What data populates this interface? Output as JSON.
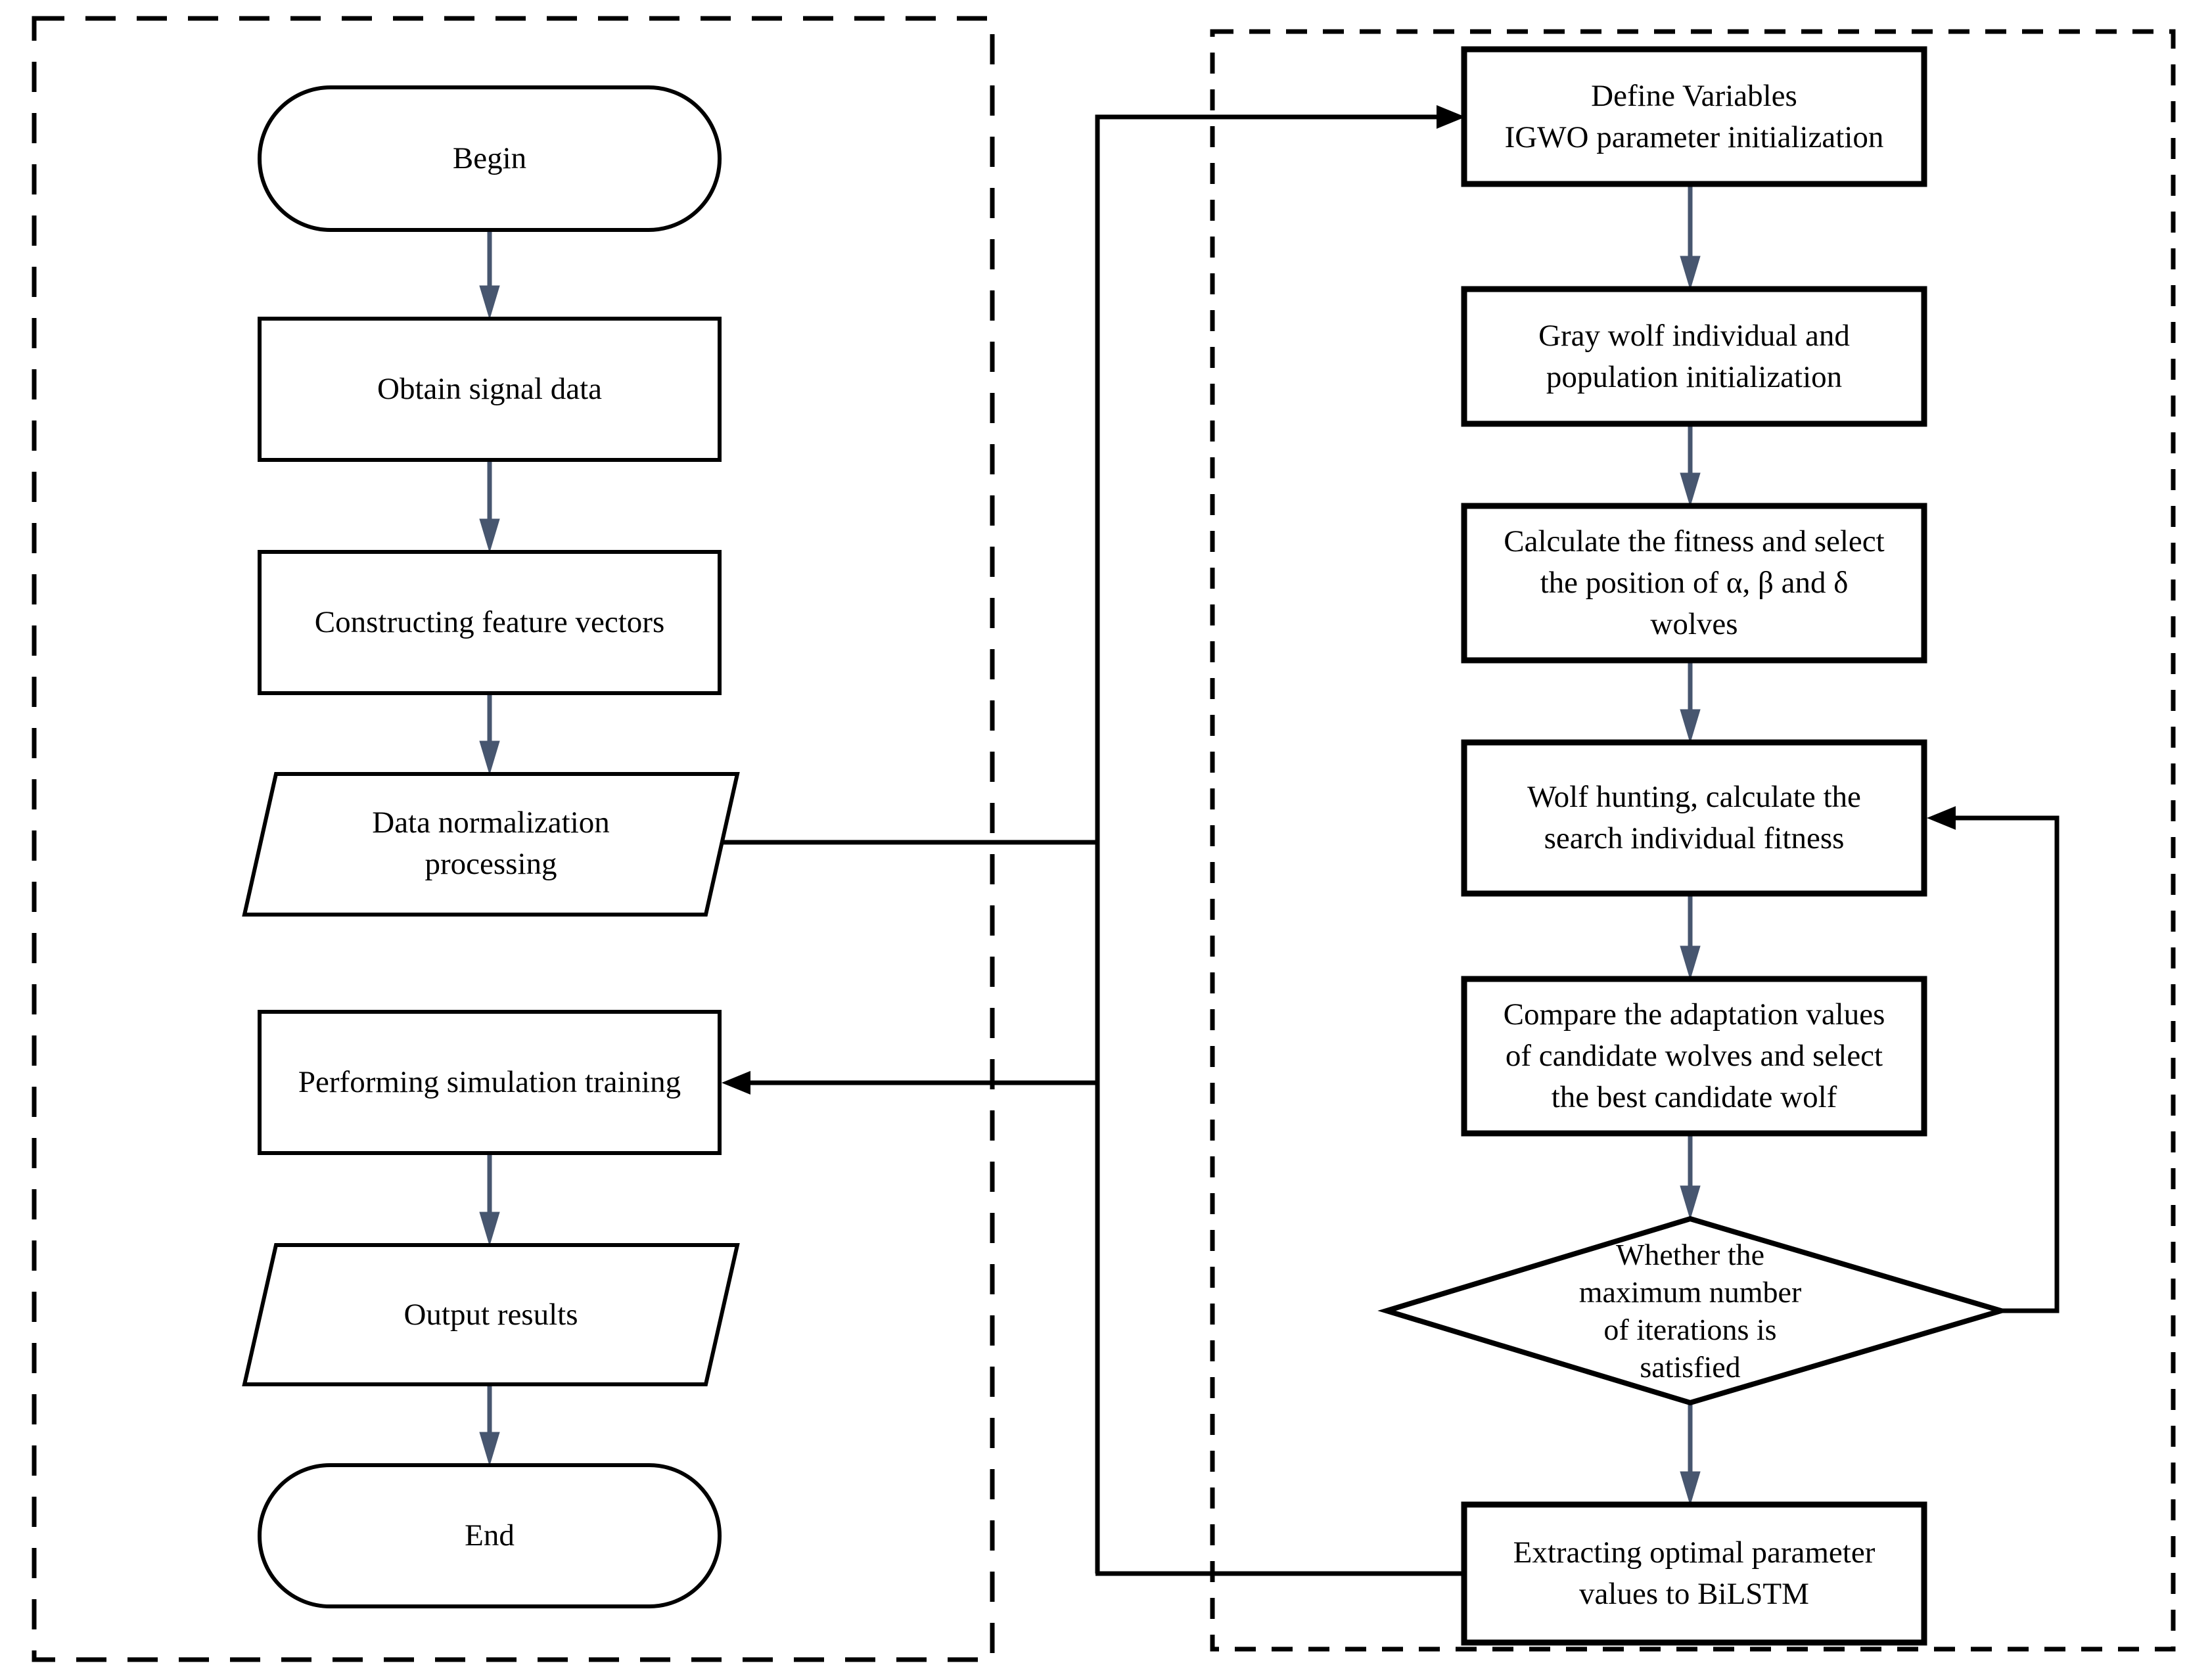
{
  "colors": {
    "line_black": "#000000",
    "step_arrow": "#47566F",
    "background": "#FFFFFF"
  },
  "left": {
    "nodes": [
      {
        "id": "begin",
        "shape": "terminator",
        "label": "Begin"
      },
      {
        "id": "obtain-signal-data",
        "shape": "process",
        "label": "Obtain signal data"
      },
      {
        "id": "constructing-feature-vectors",
        "shape": "process",
        "label": "Constructing feature vectors"
      },
      {
        "id": "data-normalization-processing",
        "shape": "data",
        "label": "Data normalization\nprocessing"
      },
      {
        "id": "performing-simulation-training",
        "shape": "process",
        "label": "Performing simulation training"
      },
      {
        "id": "output-results",
        "shape": "data",
        "label": "Output results"
      },
      {
        "id": "end",
        "shape": "terminator",
        "label": "End"
      }
    ]
  },
  "right": {
    "nodes": [
      {
        "id": "define-variables",
        "shape": "process",
        "label": "Define Variables\nIGWO parameter initialization"
      },
      {
        "id": "gray-wolf-initialization",
        "shape": "process",
        "label": "Gray wolf individual and\npopulation initialization"
      },
      {
        "id": "calculate-fitness",
        "shape": "process",
        "label": "Calculate the fitness and select\nthe position of α, β and δ\nwolves"
      },
      {
        "id": "wolf-hunting",
        "shape": "process",
        "label": "Wolf hunting, calculate the\nsearch individual fitness"
      },
      {
        "id": "compare-adaptation",
        "shape": "process",
        "label": "Compare the adaptation values\nof candidate wolves and select\nthe best candidate wolf"
      },
      {
        "id": "iteration-check",
        "shape": "decision",
        "label": "Whether the\nmaximum number\nof iterations is\nsatisfied"
      },
      {
        "id": "extract-optimal-parameters",
        "shape": "process",
        "label": "Extracting optimal parameter\nvalues to BiLSTM"
      }
    ]
  }
}
